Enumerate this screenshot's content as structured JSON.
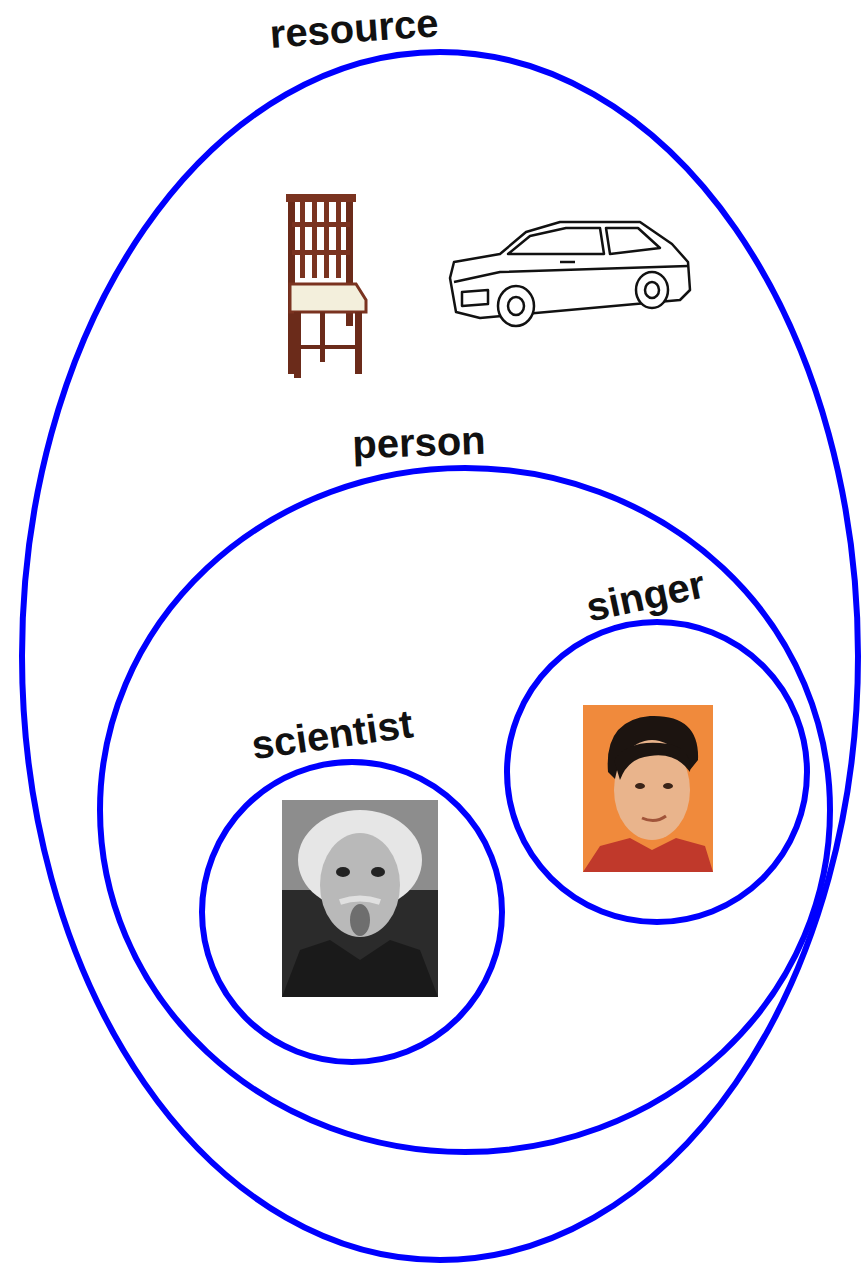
{
  "diagram": {
    "nodes": [
      {
        "text": [
          "resource"
        ]
      },
      {
        "text": [
          "person"
        ],
        "in": 0
      },
      {
        "text": [
          "scientist"
        ],
        "in": 1
      },
      {
        "text": [
          "singer"
        ],
        "in": 1
      }
    ]
  }
}
